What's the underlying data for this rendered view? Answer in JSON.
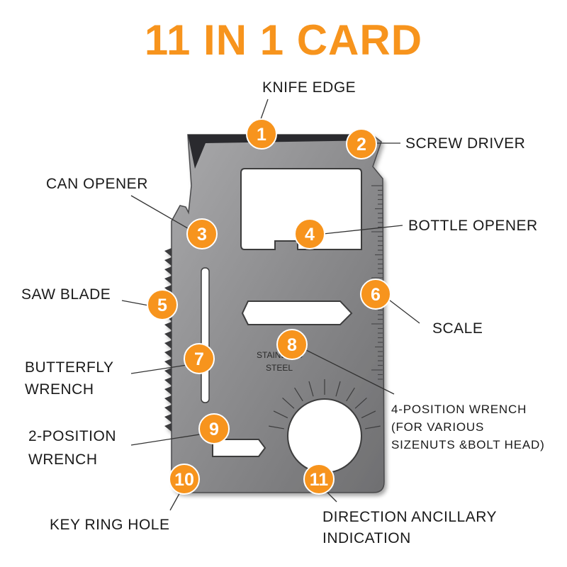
{
  "title": "11 IN 1 CARD",
  "colors": {
    "accent": "#f7941d",
    "steel": "#8a8a8c",
    "text": "#1a1a1a"
  },
  "card_stamp": [
    "STAINLESS",
    "STEEL"
  ],
  "labels": {
    "knife_edge": "KNIFE EDGE",
    "screw_driver": "SCREW DRIVER",
    "can_opener": "CAN OPENER",
    "bottle_opener": "BOTTLE OPENER",
    "saw_blade": "SAW BLADE",
    "scale": "SCALE",
    "butterfly_wrench": [
      "BUTTERFLY",
      "WRENCH"
    ],
    "four_position_wrench": [
      "4-POSITION WRENCH",
      "(FOR VARIOUS",
      "SIZENUTS &BOLT HEAD)"
    ],
    "two_position_wrench": [
      "2-POSITION",
      "WRENCH"
    ],
    "key_ring_hole": "KEY RING HOLE",
    "direction_indication": [
      "DIRECTION ANCILLARY",
      "INDICATION"
    ]
  },
  "badges": [
    "1",
    "2",
    "3",
    "4",
    "5",
    "6",
    "7",
    "8",
    "9",
    "10",
    "11"
  ]
}
